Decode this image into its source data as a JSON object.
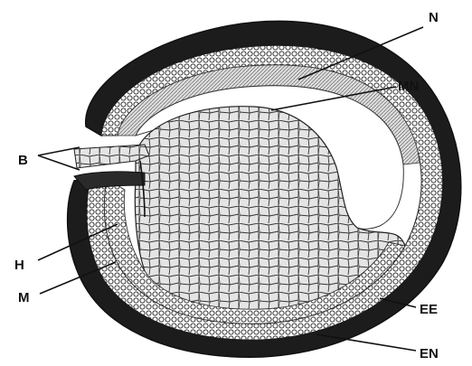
{
  "figure": {
    "labels": {
      "N": "N",
      "MN": "MN",
      "B": "B",
      "H": "H",
      "M": "M",
      "EE": "EE",
      "EN": "EN"
    },
    "colors": {
      "ink": "#111111",
      "outer_layer": "#1a1a1a",
      "cell_fill": "#e6e6e6",
      "cavity": "#ffffff"
    }
  }
}
